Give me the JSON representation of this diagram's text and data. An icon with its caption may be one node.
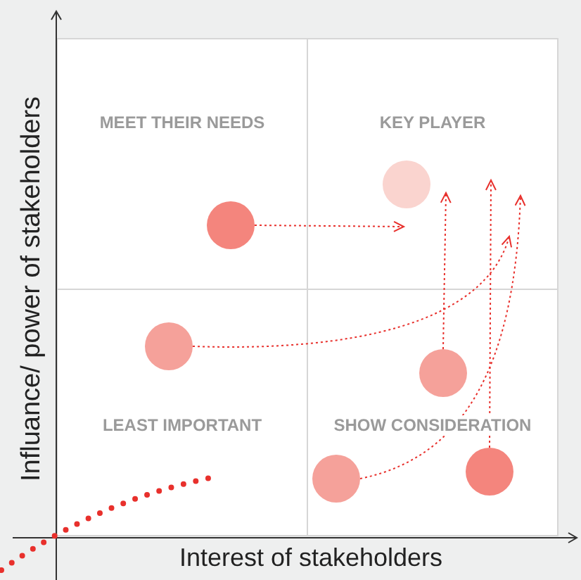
{
  "diagram": {
    "nodes": [
      {
        "text": [
          "MEET THEIR NEEDS"
        ]
      },
      {
        "text": [
          "KEY PLAYER"
        ]
      },
      {
        "text": [
          "LEAST IMPORTANT"
        ]
      },
      {
        "text": [
          "SHOW CONSIDERATION"
        ]
      },
      {
        "text": [],
        "shape": "circle",
        "in": 1
      },
      {
        "text": [],
        "shape": "circle",
        "in": 0
      },
      {
        "text": [],
        "shape": "circle",
        "in": 2
      },
      {
        "text": [],
        "shape": "circle",
        "in": 3
      },
      {
        "text": [],
        "shape": "circle",
        "in": 3
      },
      {
        "text": [],
        "shape": "circle",
        "in": 3
      }
    ],
    "edges": [
      {
        "from": 5,
        "to": 4,
        "arrow": "to"
      },
      {
        "from": 6,
        "to": null,
        "arrow": "to"
      },
      {
        "from": 7,
        "to": 4,
        "arrow": "to"
      },
      {
        "from": 8,
        "to": null,
        "arrow": "to"
      },
      {
        "from": 9,
        "to": null,
        "arrow": "to"
      }
    ],
    "labels": [
      "Influance/ power of stakeholders",
      "Interest of stakeholders"
    ]
  }
}
